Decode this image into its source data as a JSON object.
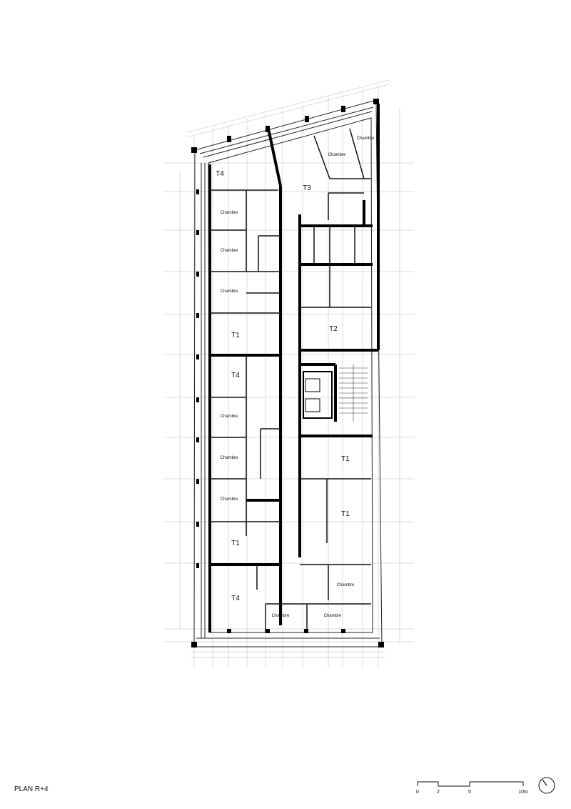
{
  "title": "PLAN R+4",
  "rooms": [
    {
      "label": "T4"
    },
    {
      "label": "T3"
    },
    {
      "label": "Chambre"
    },
    {
      "label": "Chambre"
    },
    {
      "label": "Chambre"
    },
    {
      "label": "Chambre"
    },
    {
      "label": "Chambre"
    },
    {
      "label": "T1"
    },
    {
      "label": "T2"
    },
    {
      "label": "T4"
    },
    {
      "label": "Chambre"
    },
    {
      "label": "Chambre"
    },
    {
      "label": "Chambre"
    },
    {
      "label": "T1"
    },
    {
      "label": "T1"
    },
    {
      "label": "T1"
    },
    {
      "label": "Chambre"
    },
    {
      "label": "Chambre"
    },
    {
      "label": "Chambre"
    },
    {
      "label": "T4"
    }
  ],
  "scale_bar": {
    "ticks": [
      "0",
      "2",
      "5",
      "10m"
    ]
  },
  "north_arrow": "north-arrow-icon"
}
